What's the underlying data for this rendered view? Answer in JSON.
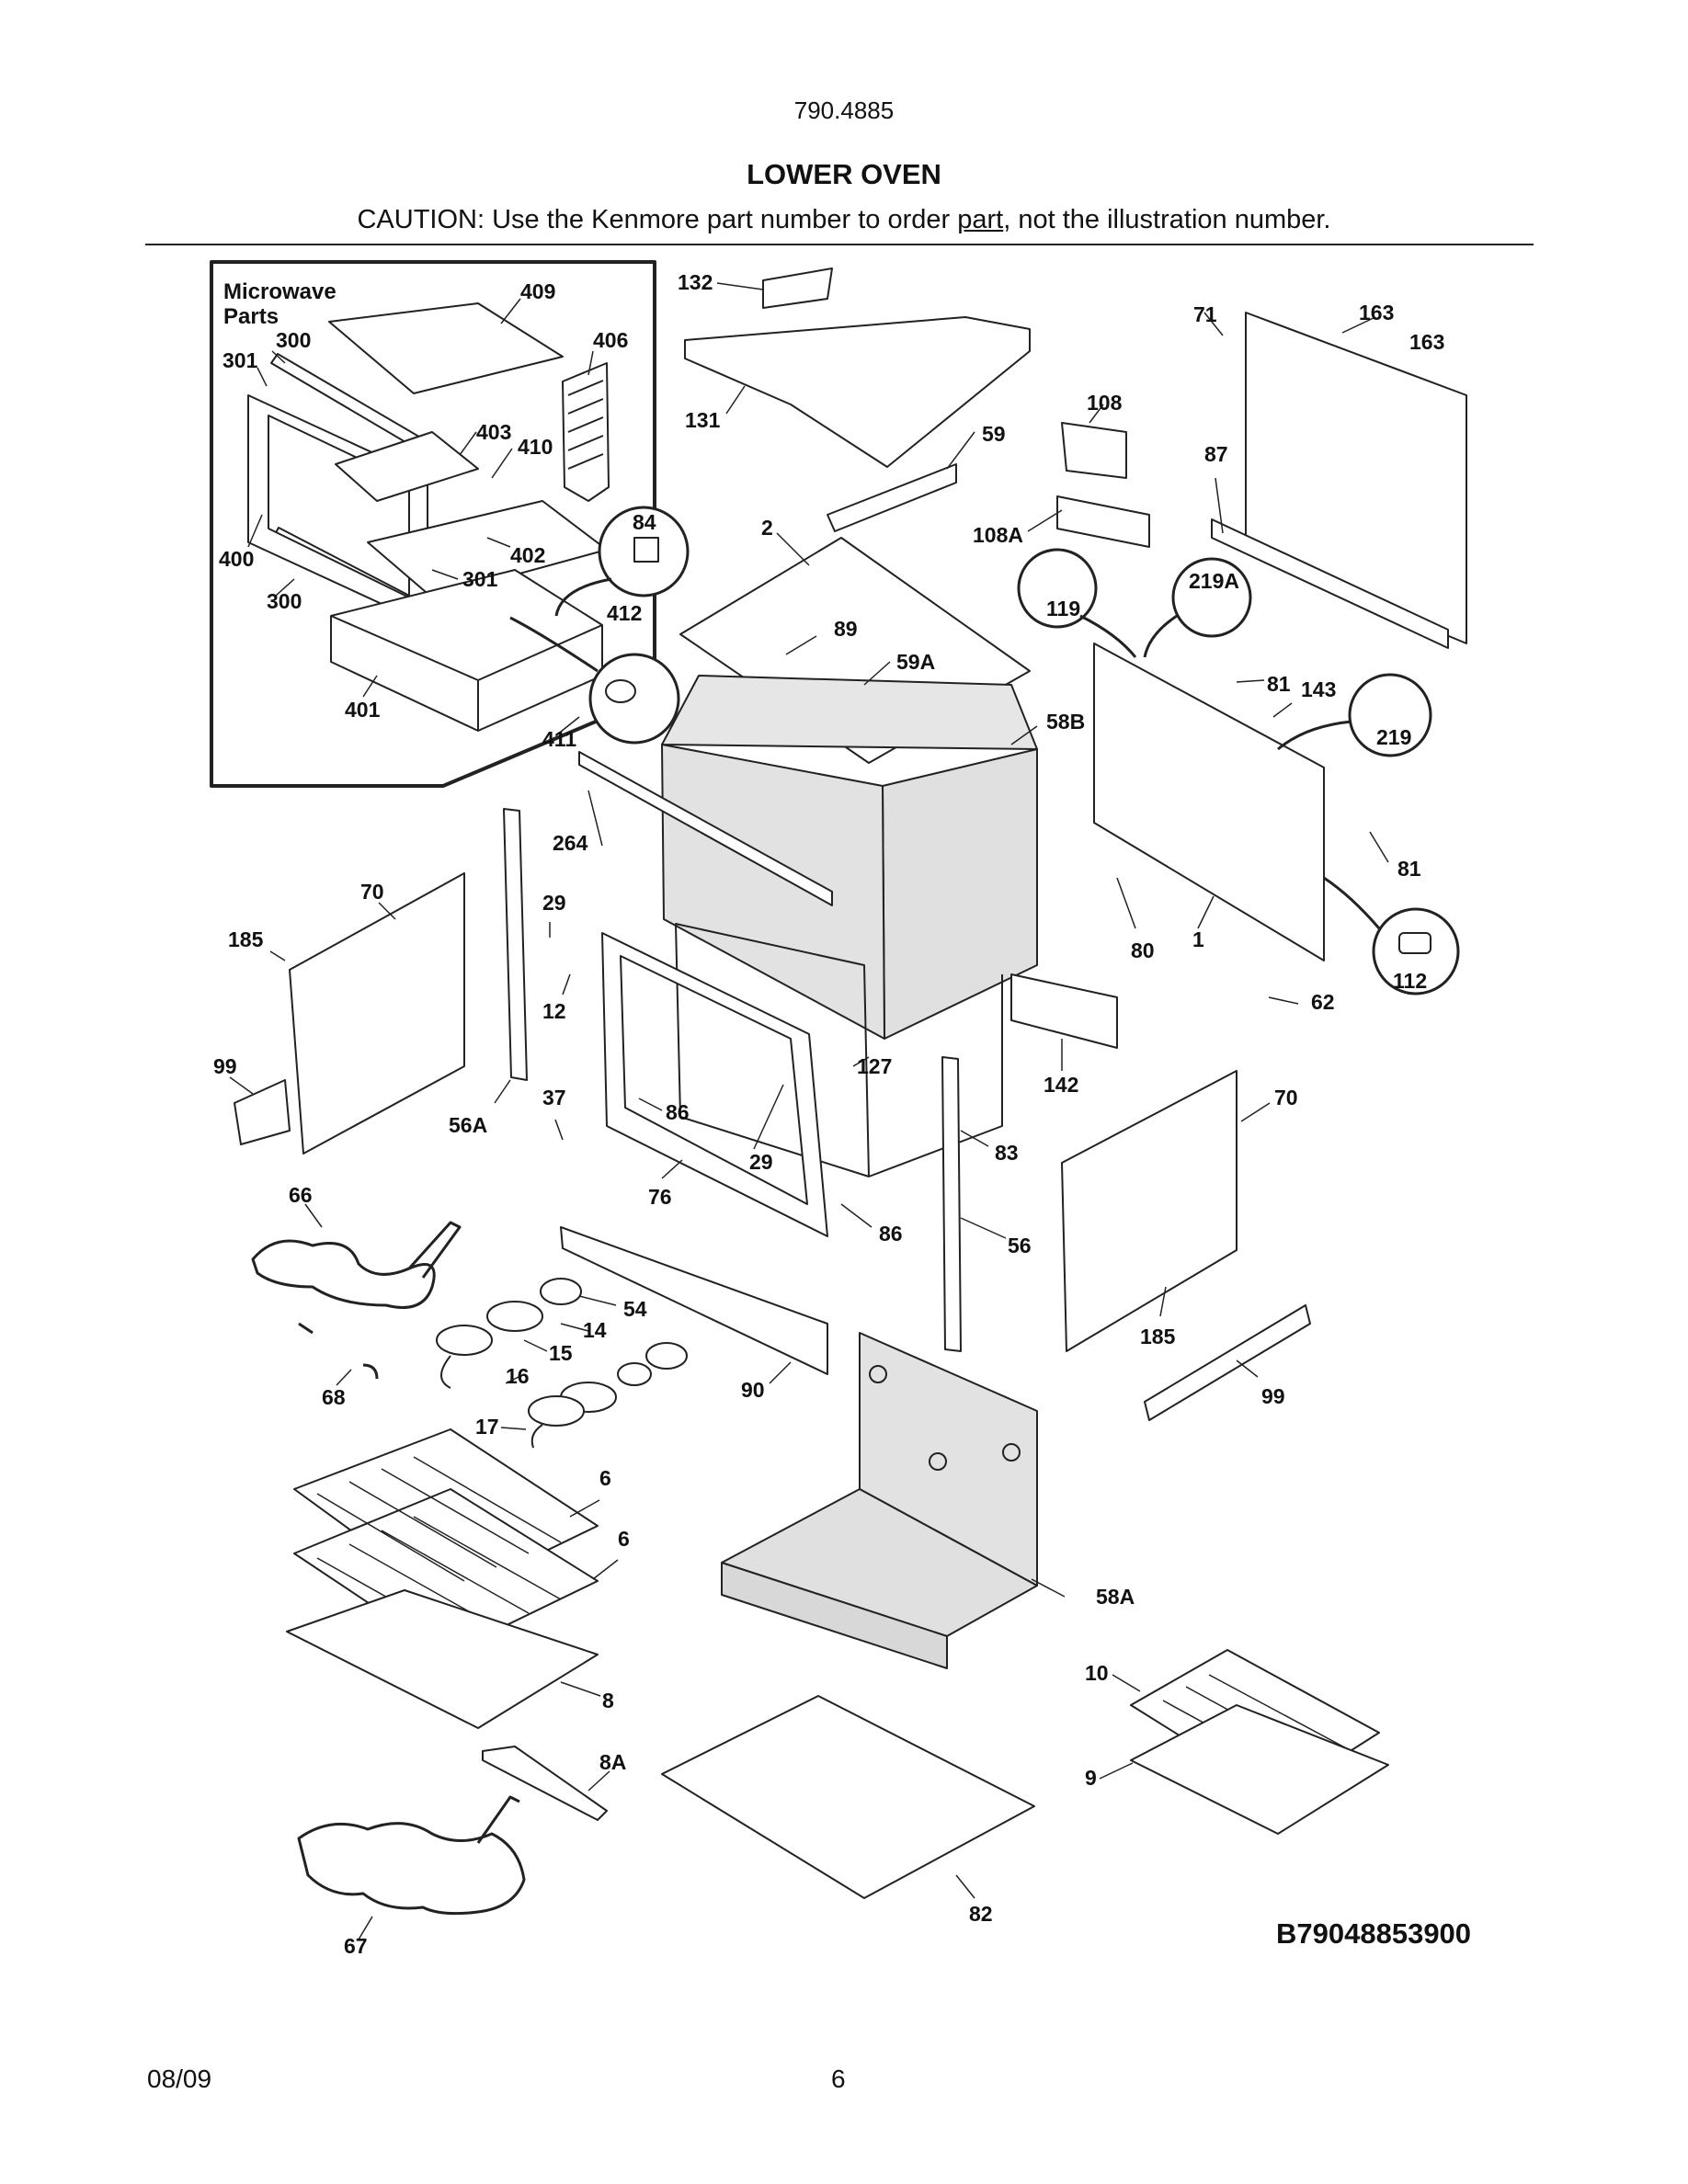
{
  "header": {
    "model_number": "790.4885",
    "section_title": "LOWER OVEN",
    "caution_prefix": "CAUTION: Use the Kenmore part number to order ",
    "caution_underlined": "part",
    "caution_suffix": ", not the illustration number."
  },
  "inset": {
    "label_line1": "Microwave",
    "label_line2": "Parts"
  },
  "callouts": {
    "c409": "409",
    "c406": "406",
    "c300a": "300",
    "c301a": "301",
    "c403": "403",
    "c410": "410",
    "c400": "400",
    "c402": "402",
    "c301b": "301",
    "c300b": "300",
    "c401": "401",
    "c411": "411",
    "c84": "84",
    "c412": "412",
    "c132": "132",
    "c131": "131",
    "c59": "59",
    "c108": "108",
    "c108A": "108A",
    "c2": "2",
    "c89": "89",
    "c59A": "59A",
    "c58B": "58B",
    "c163a": "163",
    "c163b": "163",
    "c71": "71",
    "c87": "87",
    "c119": "119",
    "c219A": "219A",
    "c81a": "81",
    "c143": "143",
    "c219": "219",
    "c81b": "81",
    "c80": "80",
    "c1": "1",
    "c112": "112",
    "c62": "62",
    "c264": "264",
    "c70a": "70",
    "c185a": "185",
    "c29a": "29",
    "c12": "12",
    "c99a": "99",
    "c56A": "56A",
    "c37": "37",
    "c86a": "86",
    "c29b": "29",
    "c127": "127",
    "c142": "142",
    "c83": "83",
    "c76": "76",
    "c86b": "86",
    "c66": "66",
    "c56": "56",
    "c70b": "70",
    "c185b": "185",
    "c99b": "99",
    "c54": "54",
    "c14": "14",
    "c15": "15",
    "c16": "16",
    "c68": "68",
    "c90": "90",
    "c17": "17",
    "c6a": "6",
    "c6b": "6",
    "c58A": "58A",
    "c8": "8",
    "c10": "10",
    "c9": "9",
    "c8A": "8A",
    "c67": "67",
    "c82": "82"
  },
  "drawing_code": "B79048853900",
  "footer": {
    "date": "08/09",
    "page_number": "6"
  }
}
